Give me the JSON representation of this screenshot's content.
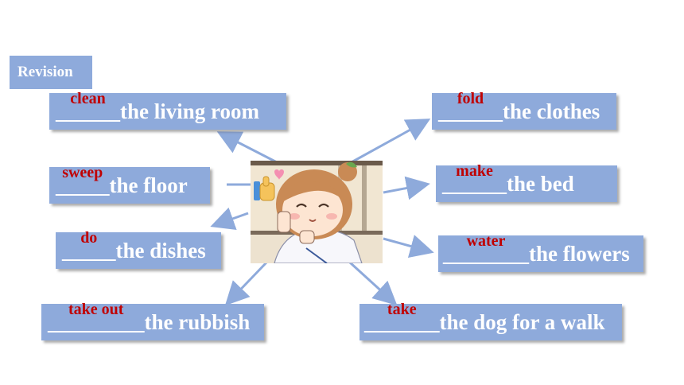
{
  "revision_label": "Revision",
  "items": [
    {
      "blank": "______",
      "answer": "clean",
      "text": "the living room"
    },
    {
      "blank": "_____",
      "answer": "sweep",
      "text": " the floor"
    },
    {
      "blank": "_____",
      "answer": "do",
      "text": "the dishes"
    },
    {
      "blank": "_________",
      "answer": "take out",
      "text": " the rubbish"
    },
    {
      "blank": "______",
      "answer": "fold",
      "text": "the clothes"
    },
    {
      "blank": "______",
      "answer": "make",
      "text": "the bed"
    },
    {
      "blank": "________",
      "answer": "water",
      "text": " the flowers"
    },
    {
      "blank": "_______",
      "answer": "take",
      "text": " the dog for a walk"
    }
  ],
  "colors": {
    "card": "#8eaadb",
    "answer": "#c00000",
    "arrow": "#8eaadb"
  },
  "image": {
    "icons": [
      "heart-icon",
      "thumbs-up-icon"
    ]
  }
}
